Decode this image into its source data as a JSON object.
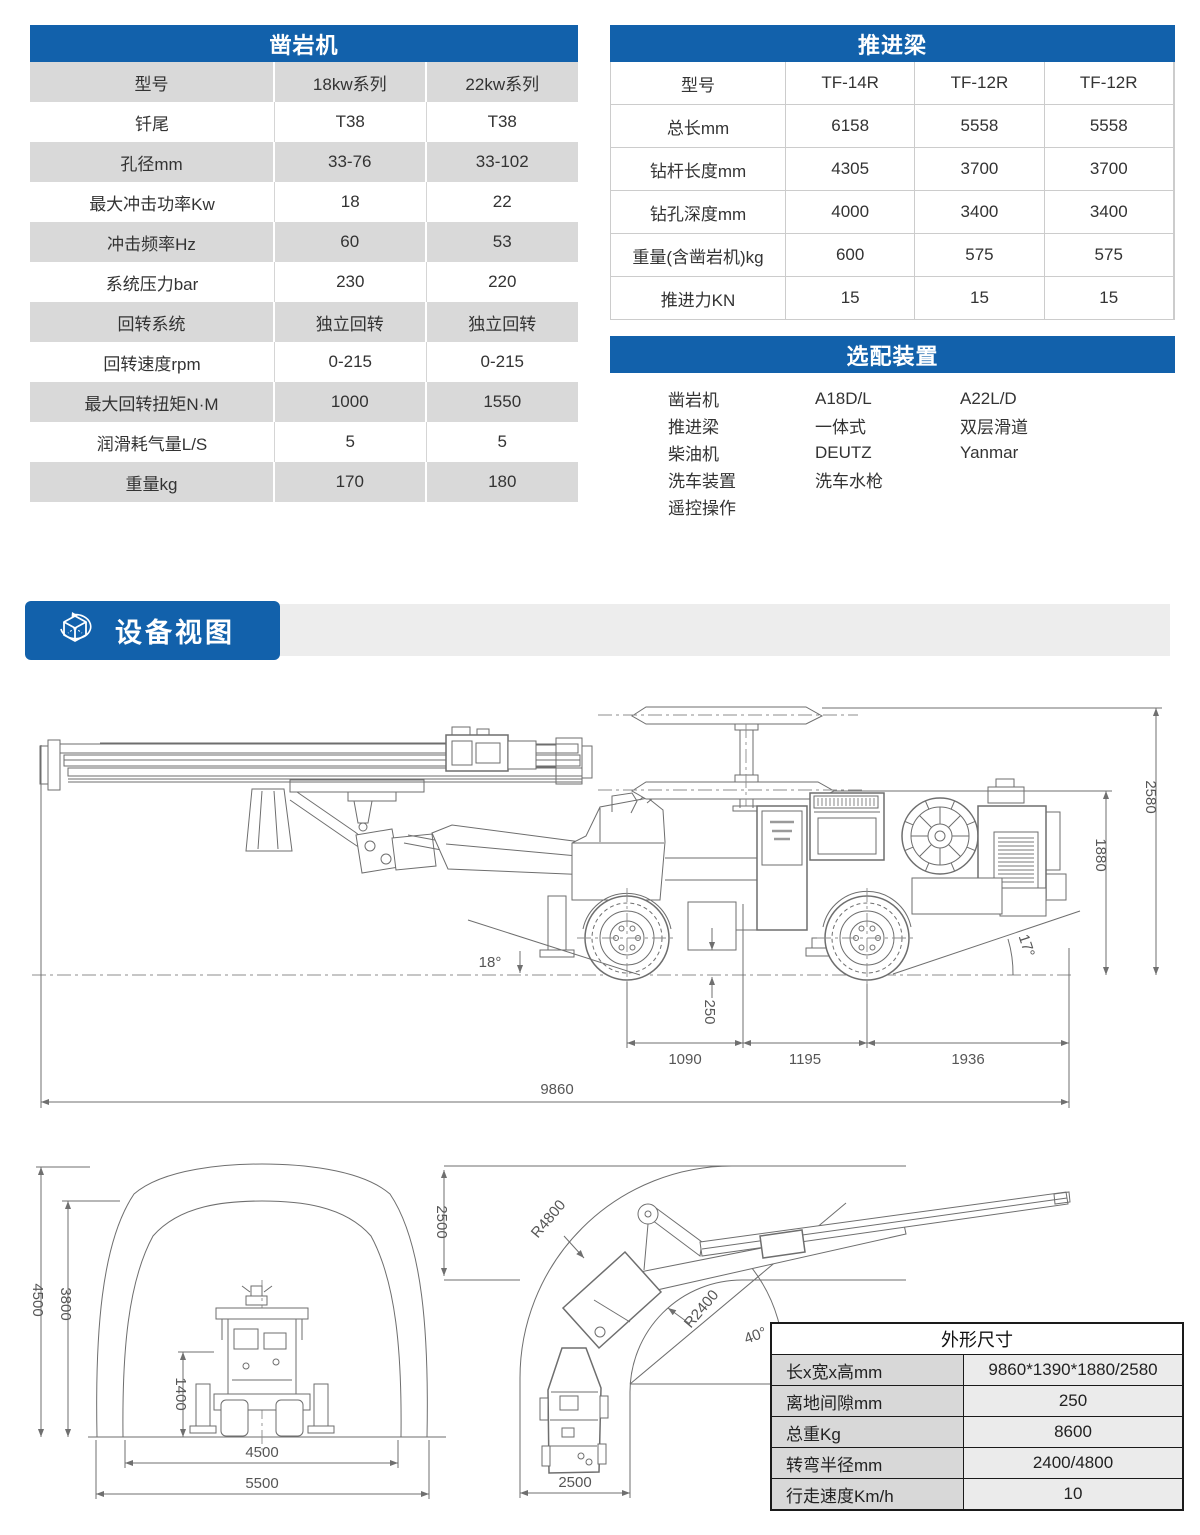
{
  "colors": {
    "header_blue": "#1261ab",
    "row_gray": "#d9d9d9",
    "banner_gray": "#ededed",
    "table_label_bg": "#d8d8d8",
    "table_value_bg": "#ebebeb"
  },
  "rock_drill_table": {
    "title": "凿岩机",
    "rows": [
      {
        "label": "型号",
        "v1": "18kw系列",
        "v2": "22kw系列"
      },
      {
        "label": "钎尾",
        "v1": "T38",
        "v2": "T38"
      },
      {
        "label": "孔径mm",
        "v1": "33-76",
        "v2": "33-102"
      },
      {
        "label": "最大冲击功率Kw",
        "v1": "18",
        "v2": "22"
      },
      {
        "label": "冲击频率Hz",
        "v1": "60",
        "v2": "53"
      },
      {
        "label": "系统压力bar",
        "v1": "230",
        "v2": "220"
      },
      {
        "label": "回转系统",
        "v1": "独立回转",
        "v2": "独立回转"
      },
      {
        "label": "回转速度rpm",
        "v1": "0-215",
        "v2": "0-215"
      },
      {
        "label": "最大回转扭矩N·M",
        "v1": "1000",
        "v2": "1550"
      },
      {
        "label": "润滑耗气量L/S",
        "v1": "5",
        "v2": "5"
      },
      {
        "label": "重量kg",
        "v1": "170",
        "v2": "180"
      }
    ]
  },
  "feed_beam_table": {
    "title": "推进梁",
    "rows": [
      {
        "label": "型号",
        "v1": "TF-14R",
        "v2": "TF-12R",
        "v3": "TF-12R"
      },
      {
        "label": "总长mm",
        "v1": "6158",
        "v2": "5558",
        "v3": "5558"
      },
      {
        "label": "钻杆长度mm",
        "v1": "4305",
        "v2": "3700",
        "v3": "3700"
      },
      {
        "label": "钻孔深度mm",
        "v1": "4000",
        "v2": "3400",
        "v3": "3400"
      },
      {
        "label": "重量(含凿岩机)kg",
        "v1": "600",
        "v2": "575",
        "v3": "575"
      },
      {
        "label": "推进力KN",
        "v1": "15",
        "v2": "15",
        "v3": "15"
      }
    ]
  },
  "optional_equipment": {
    "title": "选配装置",
    "rows": [
      {
        "c1": "凿岩机",
        "c2": "A18D/L",
        "c3": "A22L/D"
      },
      {
        "c1": "推进梁",
        "c2": "一体式",
        "c3": "双层滑道"
      },
      {
        "c1": "柴油机",
        "c2": "DEUTZ",
        "c3": "Yanmar"
      },
      {
        "c1": "洗车装置",
        "c2": "洗车水枪",
        "c3": ""
      },
      {
        "c1": "遥控操作",
        "c2": "",
        "c3": ""
      }
    ]
  },
  "equipment_view": {
    "title": "设备视图",
    "icon": "cube-3d-icon"
  },
  "side_view_dims": {
    "height_total": "2580",
    "height_body": "1880",
    "ground_clearance": "250",
    "front_angle": "18°",
    "rear_angle": "17°",
    "seg1": "1090",
    "seg2": "1195",
    "seg3": "1936",
    "total_length": "9860"
  },
  "cross_section_dims": {
    "outer_height": "4500",
    "inner_height": "3800",
    "machine_height": "1400",
    "inner_width": "4500",
    "outer_width": "5500"
  },
  "top_view_dims": {
    "corridor_width_left": "2500",
    "corridor_width_bottom": "2500",
    "outer_radius": "R4800",
    "inner_radius": "R2400",
    "articulation_angle": "40°"
  },
  "dimensions_table": {
    "title": "外形尺寸",
    "rows": [
      {
        "label": "长x宽x高mm",
        "value": "9860*1390*1880/2580"
      },
      {
        "label": "离地间隙mm",
        "value": "250"
      },
      {
        "label": "总重Kg",
        "value": "8600"
      },
      {
        "label": "转弯半径mm",
        "value": "2400/4800"
      },
      {
        "label": "行走速度Km/h",
        "value": "10"
      }
    ]
  }
}
